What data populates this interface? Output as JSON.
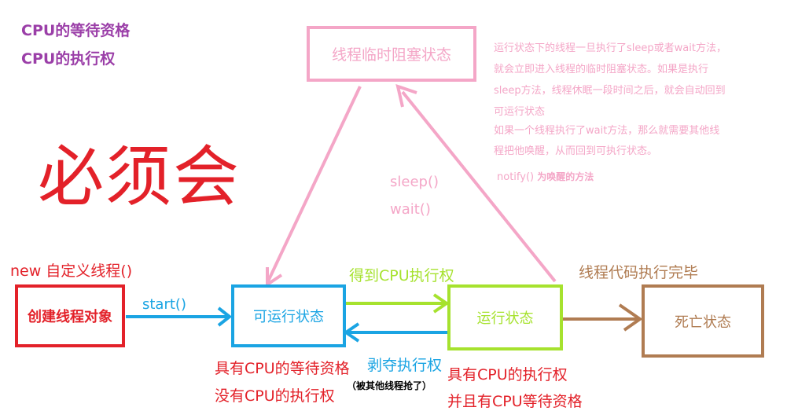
{
  "colors": {
    "purple": "#9b3fa8",
    "red": "#e32129",
    "pink": "#f4a6c7",
    "blue": "#1aa4e3",
    "green": "#a6e22e",
    "brown": "#b07c52",
    "black": "#000000"
  },
  "notes": {
    "line1": "CPU的等待资格",
    "line2": "CPU的执行权"
  },
  "headline": "必须会",
  "states": {
    "create": "创建线程对象",
    "runnable": "可运行状态",
    "running": "运行状态",
    "dead": "死亡状态",
    "blocked": "线程临时阻塞状态"
  },
  "labels": {
    "new_thread": "new 自定义线程()",
    "start": "start()",
    "get_cpu": "得到CPU执行权",
    "code_done": "线程代码执行完毕",
    "sleep": "sleep()",
    "wait": "wait()",
    "preempted": "剥夺执行权",
    "preempted_note": "（被其他线程抢了）",
    "runnable_desc1": "具有CPU的等待资格",
    "runnable_desc2": "没有CPU的执行权",
    "running_desc1": "具有CPU的执行权",
    "running_desc2": "并且有CPU等待资格"
  },
  "explanation": {
    "lines": [
      "运行状态下的线程一旦执行了sleep或者wait方法，",
      "就会立即进入线程的临时阻塞状态。如果是执行",
      "sleep方法，线程休眠一段时间之后，就会自动回到",
      "可运行状态",
      "如果一个线程执行了wait方法，那么就需要其他线",
      "程把他唤醒，从而回到可执行状态。"
    ],
    "notify_prefix": "notify()",
    "notify_suffix": " 为唤醒的方法"
  }
}
